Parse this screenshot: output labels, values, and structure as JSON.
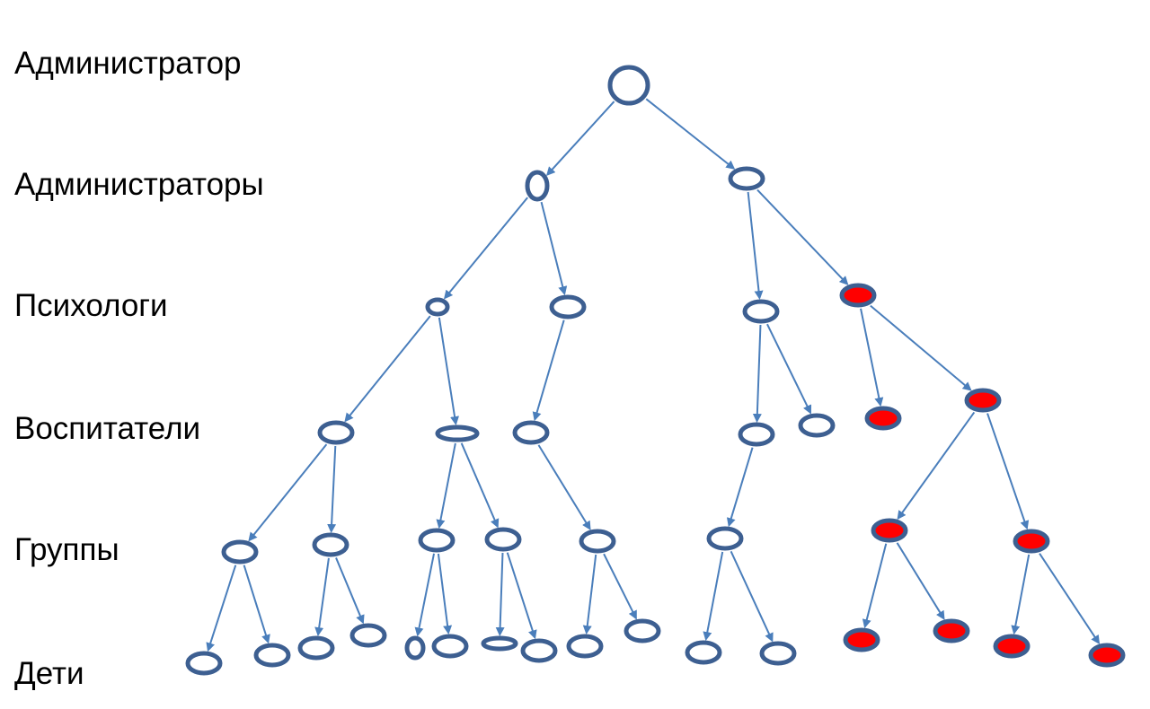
{
  "levels": [
    "Администратор",
    "Администраторы",
    "Психологи",
    "Воспитатели",
    "Группы",
    "Дети"
  ],
  "colors": {
    "node_stroke": "#3d5f91",
    "edge": "#4a7ebb",
    "highlight": "#ff0000"
  },
  "nodes": [
    {
      "id": "root",
      "level": 0
    },
    {
      "id": "a1",
      "level": 1
    },
    {
      "id": "a2",
      "level": 1
    },
    {
      "id": "p1",
      "level": 2
    },
    {
      "id": "p2",
      "level": 2
    },
    {
      "id": "p3",
      "level": 2
    },
    {
      "id": "p4",
      "level": 2,
      "highlighted": true
    },
    {
      "id": "v1",
      "level": 3
    },
    {
      "id": "v2",
      "level": 3
    },
    {
      "id": "v3",
      "level": 3
    },
    {
      "id": "v4",
      "level": 3
    },
    {
      "id": "v5",
      "level": 3
    },
    {
      "id": "v6",
      "level": 3,
      "highlighted": true
    },
    {
      "id": "v7",
      "level": 3,
      "highlighted": true
    },
    {
      "id": "g1",
      "level": 4
    },
    {
      "id": "g2",
      "level": 4
    },
    {
      "id": "g3",
      "level": 4
    },
    {
      "id": "g4",
      "level": 4
    },
    {
      "id": "g5",
      "level": 4
    },
    {
      "id": "g6",
      "level": 4
    },
    {
      "id": "g7",
      "level": 4,
      "highlighted": true
    },
    {
      "id": "g8",
      "level": 4,
      "highlighted": true
    },
    {
      "id": "c1",
      "level": 5
    },
    {
      "id": "c2",
      "level": 5
    },
    {
      "id": "c3",
      "level": 5
    },
    {
      "id": "c4",
      "level": 5
    },
    {
      "id": "c5",
      "level": 5
    },
    {
      "id": "c6",
      "level": 5
    },
    {
      "id": "c7",
      "level": 5
    },
    {
      "id": "c8",
      "level": 5
    },
    {
      "id": "c9",
      "level": 5
    },
    {
      "id": "c10",
      "level": 5
    },
    {
      "id": "c11",
      "level": 5
    },
    {
      "id": "c12",
      "level": 5
    },
    {
      "id": "c13",
      "level": 5,
      "highlighted": true
    },
    {
      "id": "c14",
      "level": 5,
      "highlighted": true
    },
    {
      "id": "c15",
      "level": 5,
      "highlighted": true
    },
    {
      "id": "c16",
      "level": 5,
      "highlighted": true
    }
  ],
  "edges": [
    [
      "root",
      "a1"
    ],
    [
      "root",
      "a2"
    ],
    [
      "a1",
      "p1"
    ],
    [
      "a1",
      "p2"
    ],
    [
      "a2",
      "p3"
    ],
    [
      "a2",
      "p4"
    ],
    [
      "p1",
      "v1"
    ],
    [
      "p1",
      "v2"
    ],
    [
      "p2",
      "v3"
    ],
    [
      "p3",
      "v4"
    ],
    [
      "p3",
      "v5"
    ],
    [
      "p4",
      "v6"
    ],
    [
      "p4",
      "v7"
    ],
    [
      "v1",
      "g1"
    ],
    [
      "v1",
      "g2"
    ],
    [
      "v2",
      "g3"
    ],
    [
      "v2",
      "g4"
    ],
    [
      "v3",
      "g5"
    ],
    [
      "v4",
      "g6"
    ],
    [
      "v7",
      "g7"
    ],
    [
      "v7",
      "g8"
    ],
    [
      "g1",
      "c1"
    ],
    [
      "g1",
      "c2"
    ],
    [
      "g2",
      "c3"
    ],
    [
      "g2",
      "c4"
    ],
    [
      "g3",
      "c5"
    ],
    [
      "g3",
      "c6"
    ],
    [
      "g4",
      "c7"
    ],
    [
      "g4",
      "c8"
    ],
    [
      "g5",
      "c9"
    ],
    [
      "g5",
      "c10"
    ],
    [
      "g6",
      "c11"
    ],
    [
      "g6",
      "c12"
    ],
    [
      "g7",
      "c13"
    ],
    [
      "g7",
      "c14"
    ],
    [
      "g8",
      "c15"
    ],
    [
      "g8",
      "c16"
    ]
  ]
}
